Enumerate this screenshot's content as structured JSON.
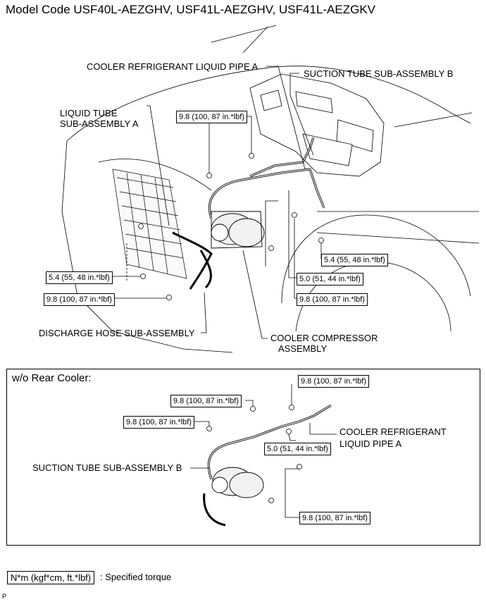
{
  "title": "Model Code USF40L-AEZGHV, USF41L-AEZGHV, USF41L-AEZGKV",
  "main": {
    "labels": {
      "cooler_refrigerant_liquid_pipe_a": "COOLER REFRIGERANT LIQUID PIPE A",
      "suction_tube_b": "SUCTION TUBE SUB-ASSEMBLY B",
      "liquid_tube_a_line1": "LIQUID TUBE",
      "liquid_tube_a_line2": "SUB-ASSEMBLY A",
      "discharge_hose": "DISCHARGE HOSE SUB-ASSEMBLY",
      "compressor_line1": "COOLER COMPRESSOR",
      "compressor_line2": "ASSEMBLY"
    },
    "torques": {
      "t_top": "9.8 (100, 87 in.*lbf)",
      "t_left_54": "5.4 (55, 48 in.*lbf)",
      "t_left_98": "9.8 (100, 87 in.*lbf)",
      "t_right_54": "5.4 (55, 48 in.*lbf)",
      "t_right_50": "5.0 (51, 44 in.*lbf)",
      "t_right_98": "9.8 (100, 87 in.*lbf)"
    }
  },
  "inset": {
    "title": "w/o Rear Cooler:",
    "labels": {
      "suction_tube_b": "SUCTION TUBE SUB-ASSEMBLY B",
      "pipe_a_line1": "COOLER REFRIGERANT",
      "pipe_a_line2": "LIQUID PIPE A"
    },
    "torques": {
      "t_top_right": "9.8 (100, 87 in.*lbf)",
      "t_mid": "9.8 (100, 87 in.*lbf)",
      "t_left": "9.8 (100, 87 in.*lbf)",
      "t_50": "5.0 (51, 44 in.*lbf)",
      "t_bottom": "9.8 (100, 87 in.*lbf)"
    }
  },
  "legend": {
    "box_text": "N*m (kgf*cm, ft.*lbf)",
    "description": ": Specified torque"
  },
  "corner_code": "P"
}
